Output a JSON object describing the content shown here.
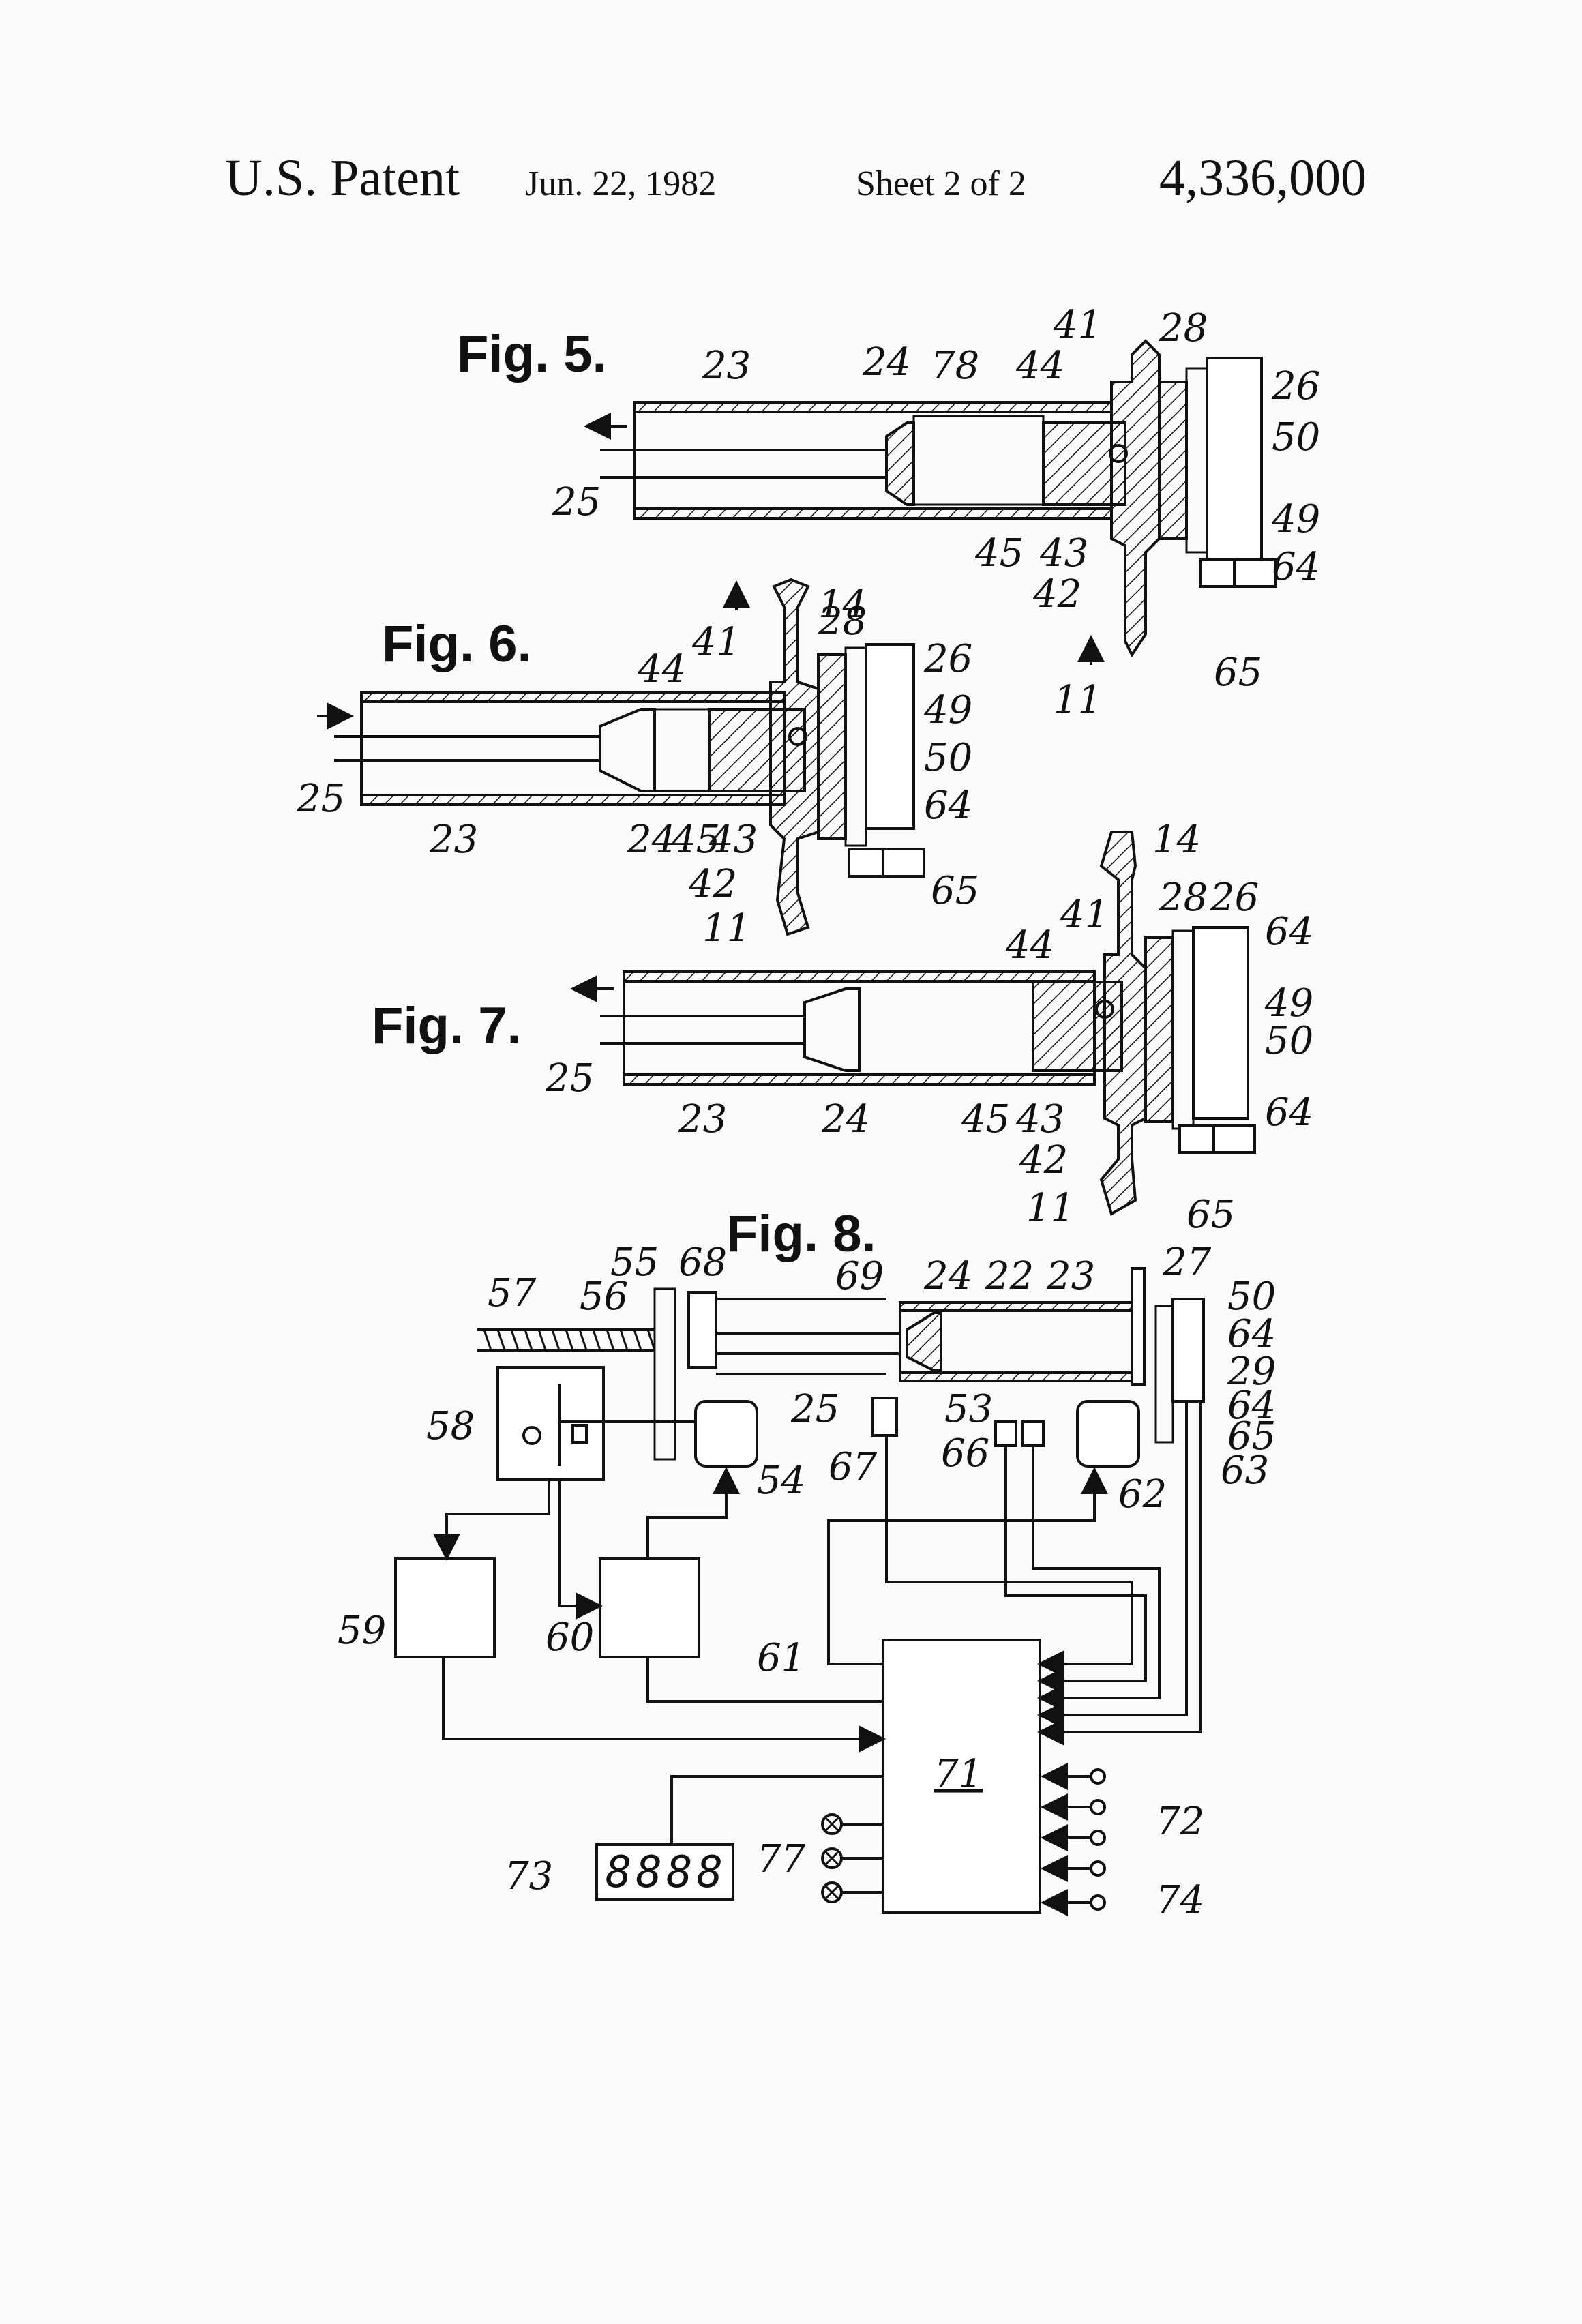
{
  "header": {
    "patent": "U.S. Patent",
    "date": "Jun. 22, 1982",
    "sheet": "Sheet 2 of 2",
    "number": "4,336,000"
  },
  "figures": {
    "fig5": {
      "title": "Fig. 5.",
      "labels": [
        "23",
        "24",
        "78",
        "44",
        "41",
        "28",
        "26",
        "50",
        "49",
        "64",
        "65",
        "45",
        "43",
        "42",
        "11",
        "25"
      ]
    },
    "fig6": {
      "title": "Fig. 6.",
      "labels": [
        "14",
        "41",
        "28",
        "26",
        "44",
        "49",
        "50",
        "64",
        "65",
        "42",
        "11",
        "24",
        "45",
        "43",
        "23",
        "25"
      ]
    },
    "fig7": {
      "title": "Fig. 7.",
      "labels": [
        "14",
        "41",
        "28",
        "26",
        "64",
        "44",
        "49",
        "50",
        "64",
        "25",
        "23",
        "24",
        "45",
        "43",
        "42",
        "11",
        "65"
      ]
    },
    "fig8": {
      "title": "Fig. 8.",
      "labels": [
        "57",
        "56",
        "55",
        "68",
        "69",
        "24",
        "22",
        "23",
        "27",
        "50",
        "64",
        "29",
        "64",
        "65",
        "63",
        "58",
        "54",
        "25",
        "67",
        "53",
        "66",
        "62",
        "59",
        "60",
        "61",
        "71",
        "72",
        "74",
        "73",
        "77"
      ],
      "display_digits": "8888",
      "block_71": "71"
    }
  }
}
